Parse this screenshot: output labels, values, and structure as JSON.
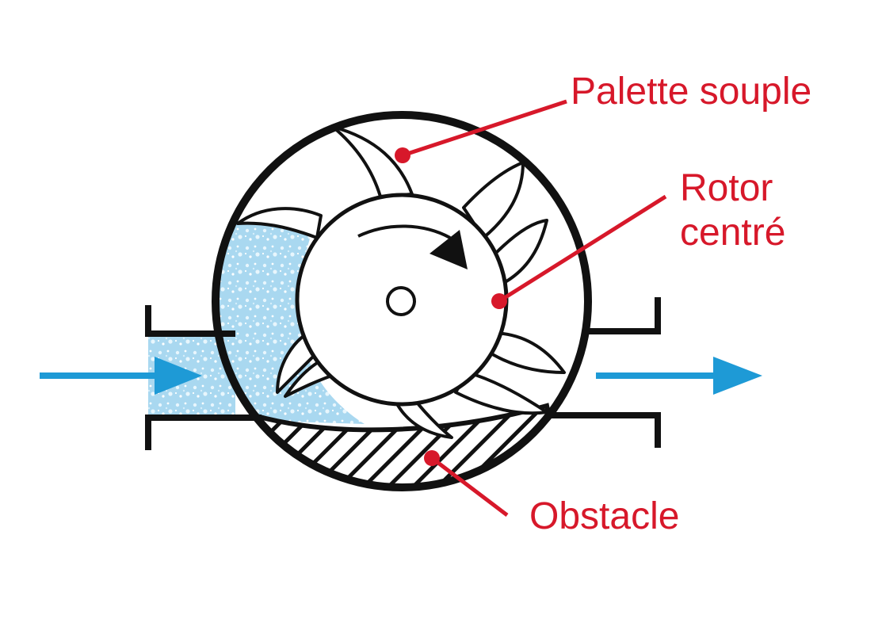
{
  "colors": {
    "annotation": "#d7182a",
    "flow_arrow": "#1e9ad6",
    "fluid": "#a9d8f0",
    "outline": "#111111"
  },
  "labels": {
    "palette": "Palette souple",
    "rotor_line1": "Rotor",
    "rotor_line2": "centré",
    "obstacle": "Obstacle"
  },
  "icons": {
    "inlet_arrow": "arrow-right-icon",
    "outlet_arrow": "arrow-right-icon",
    "rotation_arrow": "curved-arrow-clockwise-icon"
  }
}
